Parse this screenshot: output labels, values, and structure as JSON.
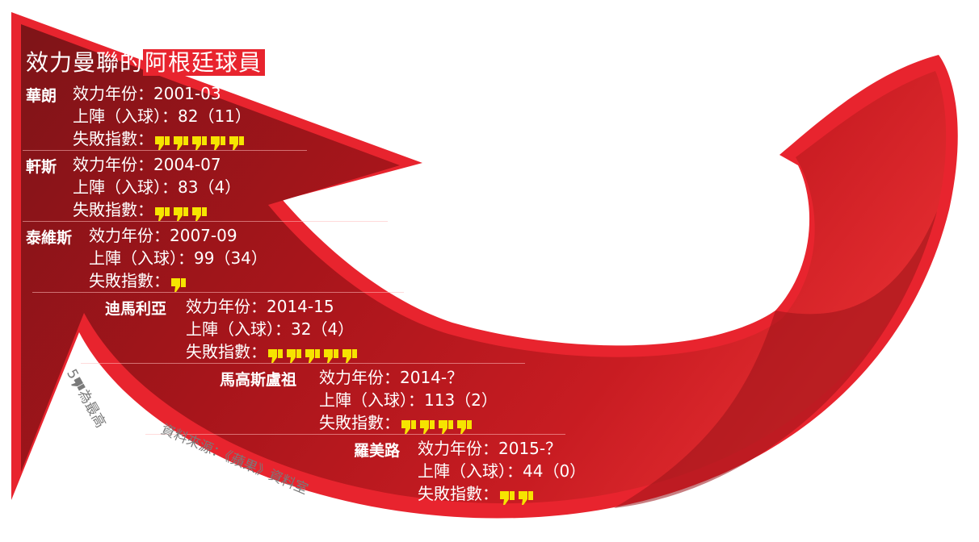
{
  "title": {
    "prefix": "效力曼聯的",
    "highlight": "阿根廷球員"
  },
  "labels": {
    "years": "效力年份：",
    "apps": "上陣（入球）：",
    "flop": "失敗指數："
  },
  "players": [
    {
      "name": "華朗",
      "years": "2001-03",
      "apps": "82（11）",
      "flop_index": 5
    },
    {
      "name": "軒斯",
      "years": "2004-07",
      "apps": "83（4）",
      "flop_index": 3
    },
    {
      "name": "泰維斯",
      "years": "2007-09",
      "apps": "99（34）",
      "flop_index": 1
    },
    {
      "name": "迪馬利亞",
      "years": "2014-15",
      "apps": "32（4）",
      "flop_index": 5
    },
    {
      "name": "馬高斯盧祖",
      "years": "2014-？",
      "apps": "113（2）",
      "flop_index": 4
    },
    {
      "name": "羅美路",
      "years": "2015-？",
      "apps": "44（0）",
      "flop_index": 2
    }
  ],
  "legend": {
    "count": "5",
    "text": "為最高"
  },
  "source": "資料來源：《蘋果》資料室",
  "colors": {
    "arrow_dark": "#7e1418",
    "arrow_mid": "#b3161c",
    "arrow_light": "#e8242e",
    "thumb": "#f6e400"
  },
  "icons": {
    "flop": "thumbs-down-icon"
  }
}
